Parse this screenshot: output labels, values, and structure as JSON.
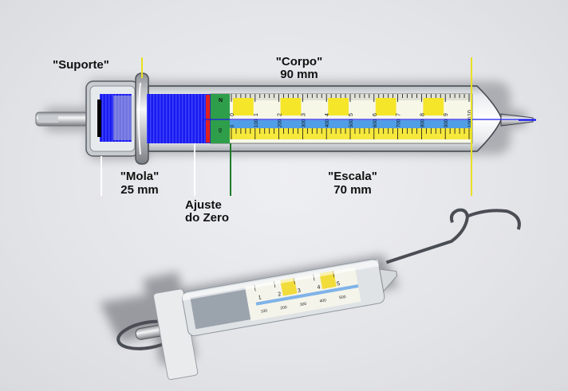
{
  "labels": {
    "suporte": "\"Suporte\"",
    "corpo_title": "\"Corpo\"",
    "corpo_size": "90 mm",
    "mola_title": "\"Mola\"",
    "mola_size": "25 mm",
    "escala_title": "\"Escala\"",
    "escala_size": "70 mm",
    "ajuste_line1": "Ajuste",
    "ajuste_line2": "do Zero"
  },
  "scale": {
    "unit_letter": "N",
    "upper_numbers": [
      "0",
      "1",
      "2",
      "3",
      "4",
      "5",
      "6",
      "7",
      "8",
      "9",
      "10"
    ],
    "lower_numbers": [
      "0",
      "100",
      "200",
      "300",
      "400",
      "500",
      "600",
      "700",
      "800",
      "900",
      "1000"
    ],
    "lower_unit": "g"
  },
  "photo": {
    "upper_numbers": [
      "1",
      "2",
      "3",
      "4",
      "5"
    ],
    "lower_numbers": [
      "100",
      "200",
      "300",
      "400",
      "500"
    ]
  },
  "colors": {
    "spring_blue": "#1a1aee",
    "yellow_band": "#f5e62a",
    "blue_band": "#4f9ee6",
    "green_strip": "#2f9e4a",
    "zero_red": "#e02020",
    "guide_yellow": "#e8e020",
    "guide_white": "#ffffff",
    "guide_green": "#1d7a2b"
  }
}
